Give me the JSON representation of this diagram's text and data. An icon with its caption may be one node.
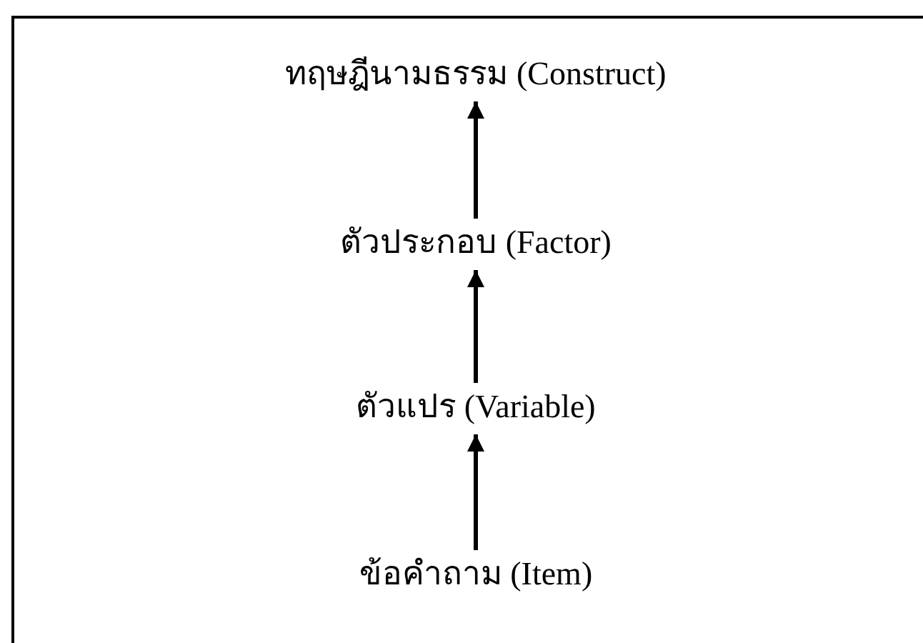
{
  "diagram": {
    "nodes": [
      {
        "text": [
          "ทฤษฎีนามธรรม (Construct)"
        ]
      },
      {
        "text": [
          "ตัวประกอบ (Factor)"
        ]
      },
      {
        "text": [
          "ตัวแปร (Variable)"
        ]
      },
      {
        "text": [
          "ข้อคำถาม (Item)"
        ]
      }
    ],
    "edges": [
      {
        "from": 1,
        "to": 0,
        "arrow": "to"
      },
      {
        "from": 2,
        "to": 1,
        "arrow": "to"
      },
      {
        "from": 3,
        "to": 2,
        "arrow": "to"
      }
    ]
  }
}
